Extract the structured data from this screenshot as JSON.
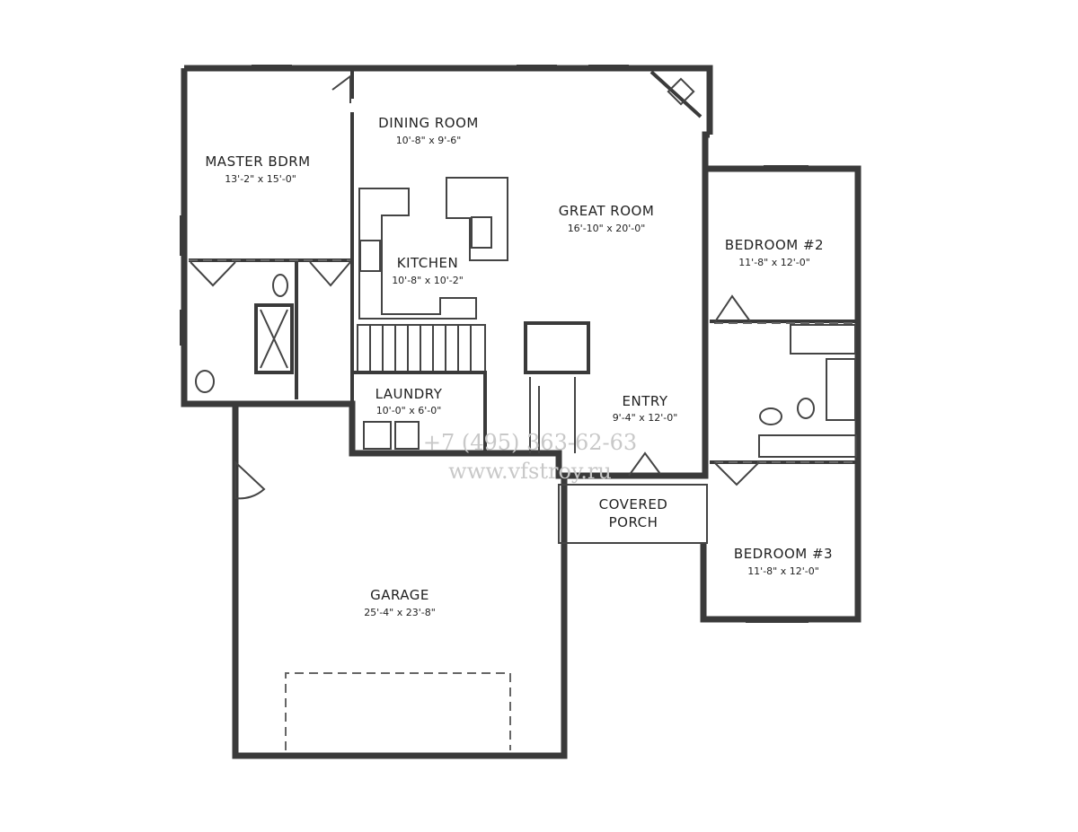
{
  "rooms": {
    "dining": {
      "name": "DINING ROOM",
      "size": "10'-8\" x 9'-6\""
    },
    "master": {
      "name": "MASTER BDRM",
      "size": "13'-2\" x 15'-0\""
    },
    "great": {
      "name": "GREAT ROOM",
      "size": "16'-10\" x 20'-0\""
    },
    "kitchen": {
      "name": "KITCHEN",
      "size": "10'-8\" x 10'-2\""
    },
    "bedroom2": {
      "name": "BEDROOM #2",
      "size": "11'-8\" x 12'-0\""
    },
    "laundry": {
      "name": "LAUNDRY",
      "size": "10'-0\" x 6'-0\""
    },
    "entry": {
      "name": "ENTRY",
      "size": "9'-4\" x 12'-0\""
    },
    "porch": {
      "name_line1": "COVERED",
      "name_line2": "PORCH"
    },
    "bedroom3": {
      "name": "BEDROOM #3",
      "size": "11'-8\" x 12'-0\""
    },
    "garage": {
      "name": "GARAGE",
      "size": "25'-4\" x 23'-8\""
    }
  },
  "watermark": {
    "phone": "+7 (495) 363-62-63",
    "url": "www.vfstroy.ru"
  }
}
